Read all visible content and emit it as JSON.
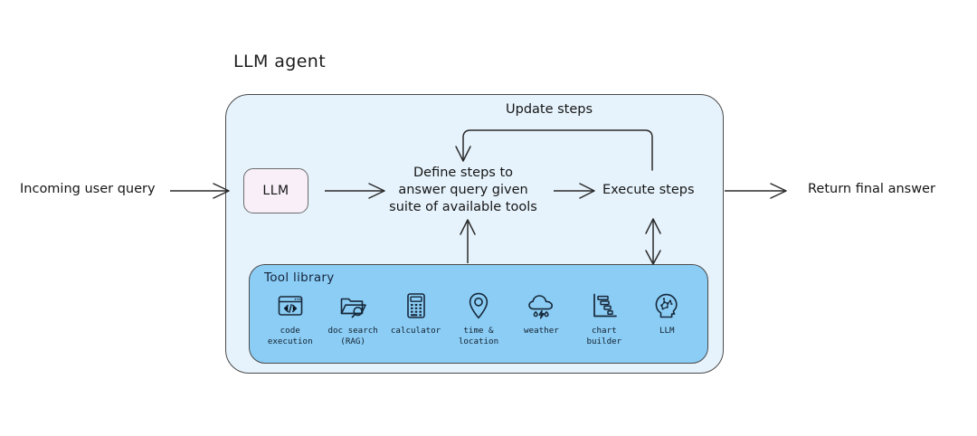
{
  "title": "LLM agent",
  "colors": {
    "agent_container_fill": "#e6f3fc",
    "tool_library_fill": "#8ccdf5",
    "llm_box_fill": "#f8eff8",
    "stroke": "#2b2b2b",
    "text": "#161616"
  },
  "flow": {
    "incoming_label": "Incoming user query",
    "llm_box_label": "LLM",
    "define_steps_label": "Define steps to\nanswer query given\nsuite of available tools",
    "execute_steps_label": "Execute steps",
    "update_steps_label": "Update steps",
    "return_answer_label": "Return final answer"
  },
  "tool_library": {
    "title": "Tool library",
    "tools": [
      {
        "icon": "code-execution-icon",
        "label": "code\nexecution"
      },
      {
        "icon": "doc-search-icon",
        "label": "doc search\n(RAG)"
      },
      {
        "icon": "calculator-icon",
        "label": "calculator"
      },
      {
        "icon": "time-location-icon",
        "label": "time &\nlocation"
      },
      {
        "icon": "weather-icon",
        "label": "weather"
      },
      {
        "icon": "chart-builder-icon",
        "label": "chart\nbuilder"
      },
      {
        "icon": "llm-icon",
        "label": "LLM"
      }
    ]
  }
}
